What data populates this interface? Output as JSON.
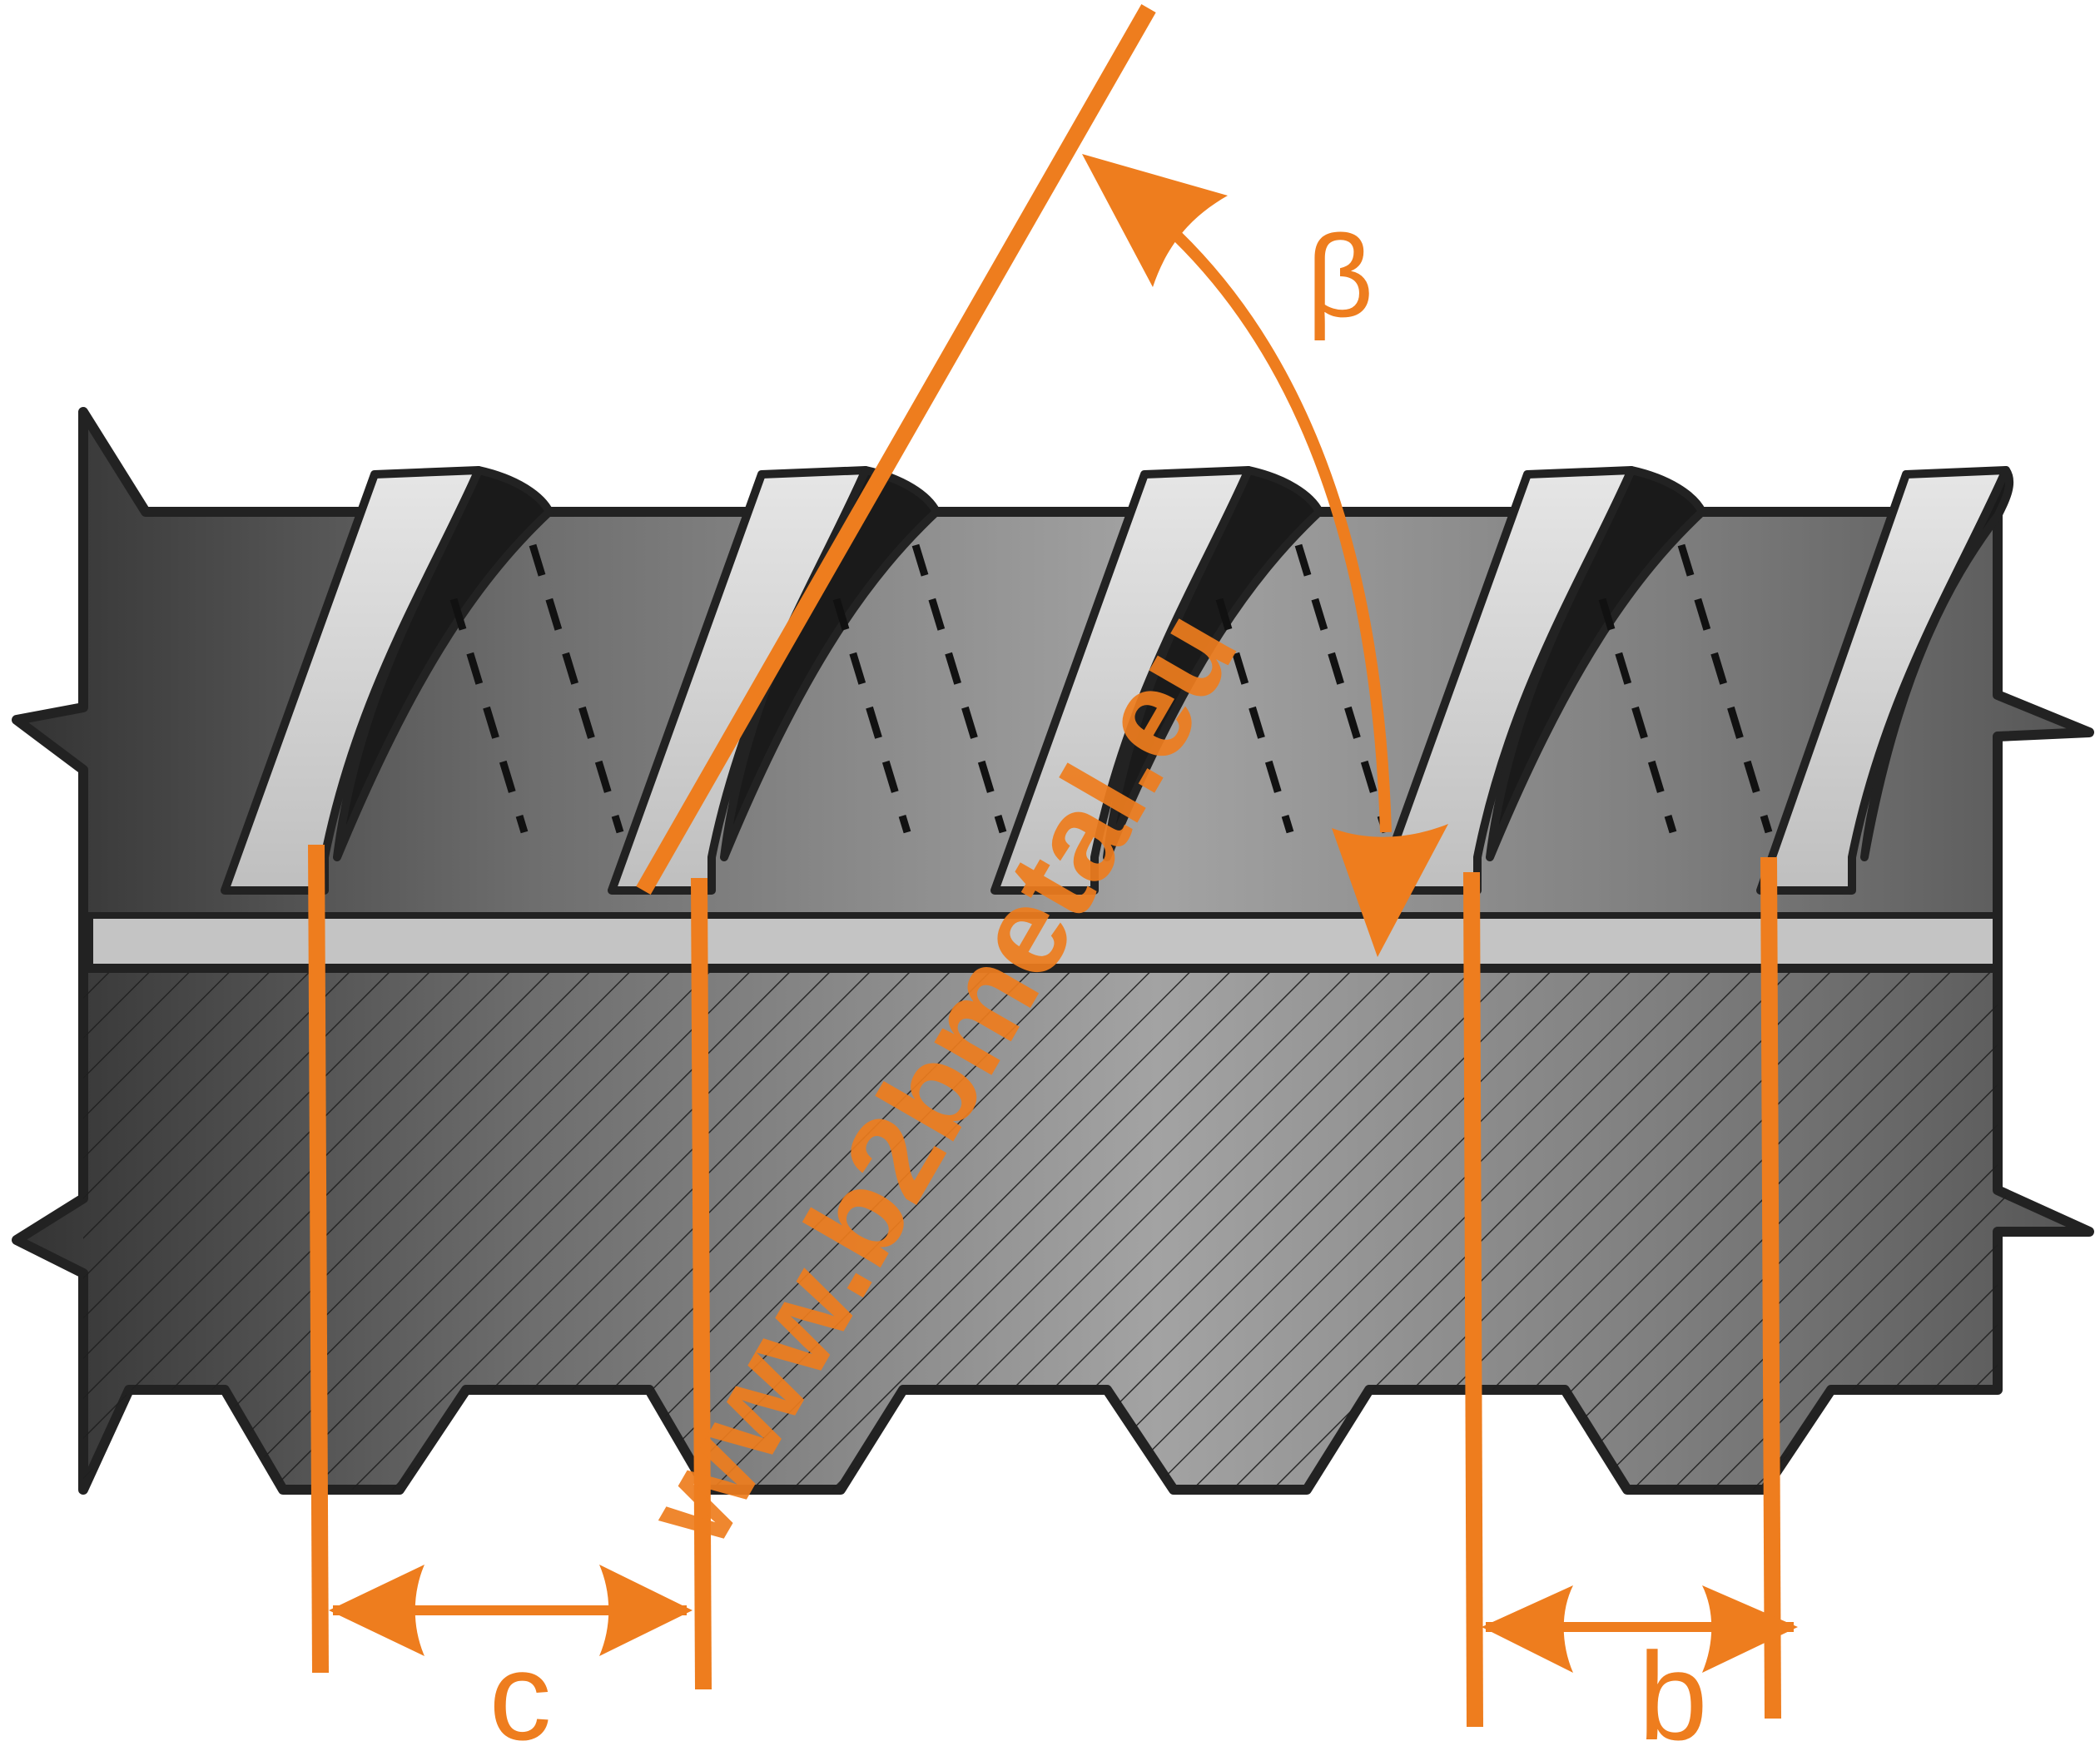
{
  "diagram": {
    "subject": "ribbed reinforcing bar (rebar) cross-section with rib geometry",
    "labels": {
      "angle": "β",
      "rib_spacing": "c",
      "rib_width": "b"
    },
    "watermark": "www.b2bmetal.eu",
    "colors": {
      "accent": "#EE7D1E",
      "rib": "#D9D9D9",
      "body_dark": "#3A3A3A",
      "body_mid": "#8F8F8F",
      "outline": "#222222",
      "hatch": "#1F1F1F"
    }
  }
}
